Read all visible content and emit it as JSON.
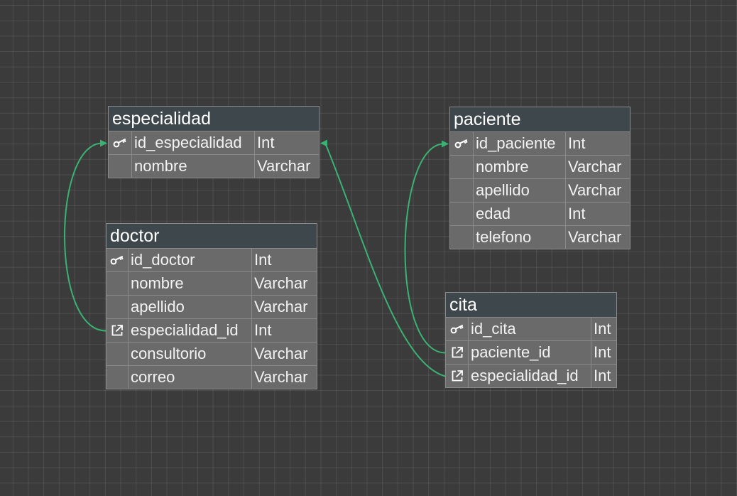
{
  "colors": {
    "background": "#3b3b3b",
    "header": "#3e474b",
    "cell": "#6a6a6a",
    "relation": "#3bb273"
  },
  "entities": [
    {
      "name": "especialidad",
      "columns": [
        {
          "key": "pk",
          "icon": "key-icon",
          "field": "id_especialidad",
          "type": "Int"
        },
        {
          "key": "",
          "icon": "",
          "field": "nombre",
          "type": "Varchar"
        }
      ]
    },
    {
      "name": "paciente",
      "columns": [
        {
          "key": "pk",
          "icon": "key-icon",
          "field": "id_paciente",
          "type": "Int"
        },
        {
          "key": "",
          "icon": "",
          "field": "nombre",
          "type": "Varchar"
        },
        {
          "key": "",
          "icon": "",
          "field": "apellido",
          "type": "Varchar"
        },
        {
          "key": "",
          "icon": "",
          "field": "edad",
          "type": "Int"
        },
        {
          "key": "",
          "icon": "",
          "field": "telefono",
          "type": "Varchar"
        }
      ]
    },
    {
      "name": "doctor",
      "columns": [
        {
          "key": "pk",
          "icon": "key-icon",
          "field": "id_doctor",
          "type": "Int"
        },
        {
          "key": "",
          "icon": "",
          "field": "nombre",
          "type": "Varchar"
        },
        {
          "key": "",
          "icon": "",
          "field": "apellido",
          "type": "Varchar"
        },
        {
          "key": "fk",
          "icon": "link-icon",
          "field": "especialidad_id",
          "type": "Int"
        },
        {
          "key": "",
          "icon": "",
          "field": "consultorio",
          "type": "Varchar"
        },
        {
          "key": "",
          "icon": "",
          "field": "correo",
          "type": "Varchar"
        }
      ]
    },
    {
      "name": "cita",
      "columns": [
        {
          "key": "pk",
          "icon": "key-icon",
          "field": "id_cita",
          "type": "Int"
        },
        {
          "key": "fk",
          "icon": "link-icon",
          "field": "paciente_id",
          "type": "Int"
        },
        {
          "key": "fk",
          "icon": "link-icon",
          "field": "especialidad_id",
          "type": "Int"
        }
      ]
    }
  ],
  "relations": [
    {
      "from": "doctor.especialidad_id",
      "to": "especialidad.id_especialidad"
    },
    {
      "from": "cita.especialidad_id",
      "to": "especialidad.id_especialidad"
    },
    {
      "from": "cita.paciente_id",
      "to": "paciente.id_paciente"
    }
  ]
}
